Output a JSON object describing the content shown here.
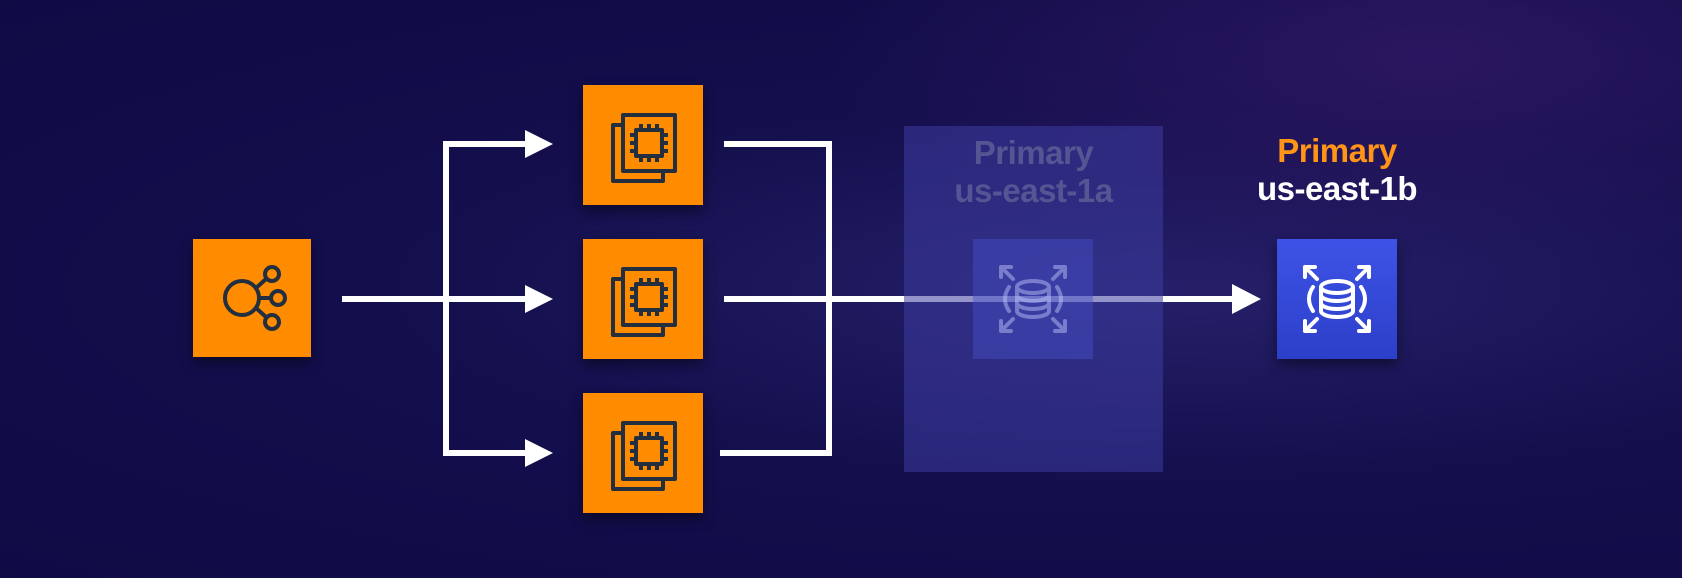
{
  "diagram": {
    "standby_zone": {
      "role_label": "Primary",
      "region_label": "us-east-1a"
    },
    "active_zone": {
      "role_label": "Primary",
      "region_label": "us-east-1b"
    },
    "icons": {
      "load_balancer": "load-balancer-icon",
      "instance": "ec2-instance-icon",
      "database": "rds-database-icon"
    },
    "colors": {
      "compute_orange": "#ff8c00",
      "database_blue": "#3448d8",
      "accent_orange": "#ff9416",
      "background": "#140f4d"
    }
  }
}
